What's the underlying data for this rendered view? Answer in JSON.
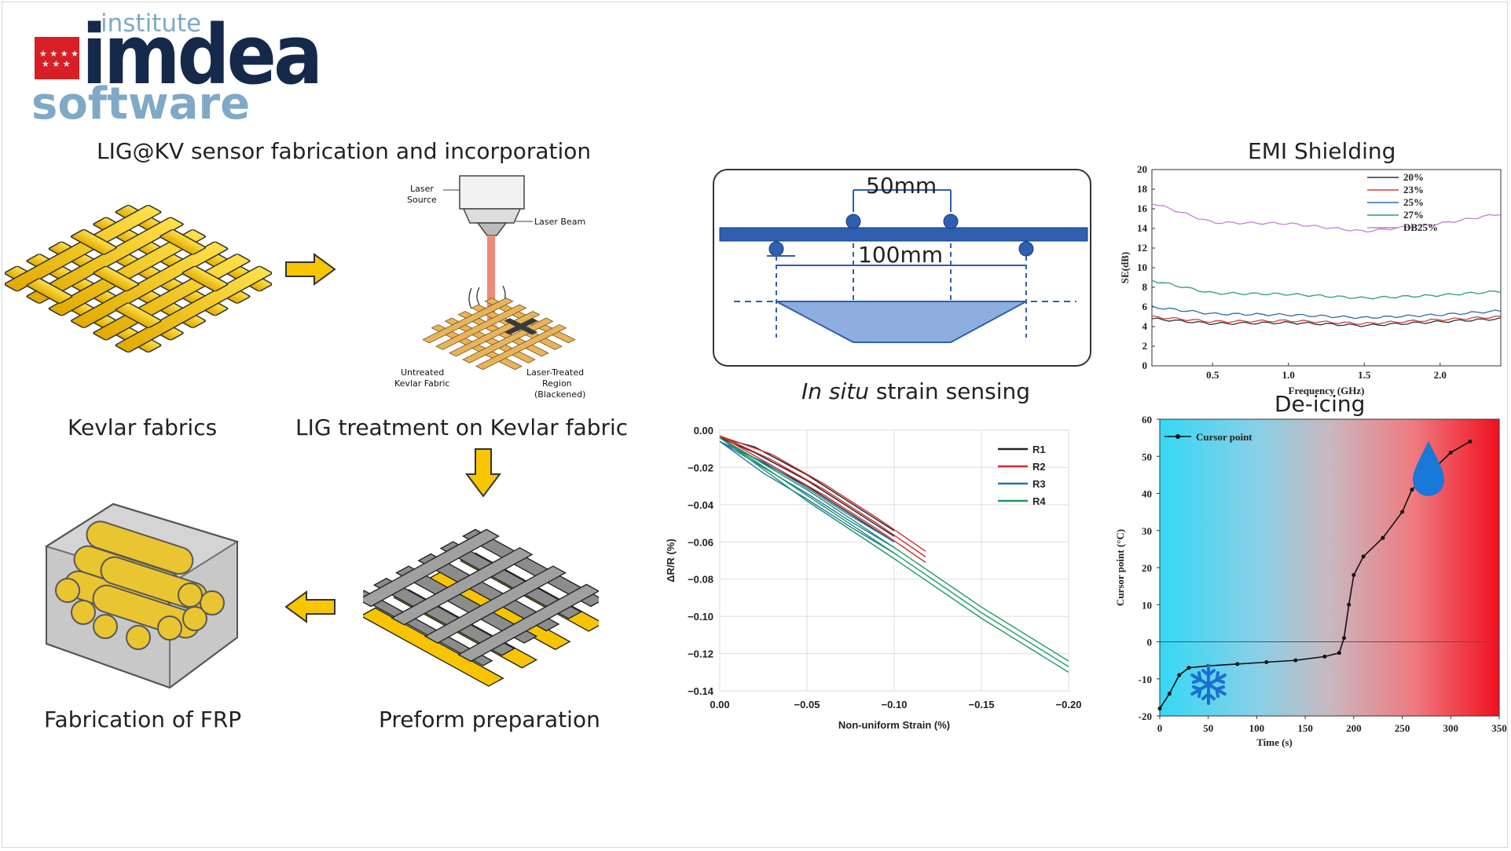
{
  "logo": {
    "top_word": "institute",
    "main_word": "imdea",
    "sub_word": "software"
  },
  "fabrication": {
    "title": "LIG@KV sensor fabrication and incorporation",
    "step_kevlar": "Kevlar fabrics",
    "step_lig": "LIG treatment on Kevlar fabric",
    "step_frp": "Fabrication of FRP",
    "step_preform": "Preform preparation",
    "laser_labels": {
      "laser_source": [
        "Laser",
        "Source"
      ],
      "laser_beam": "Laser Beam",
      "untreated": [
        "Untreated",
        "Kevlar Fabric"
      ],
      "treated": [
        "Laser-Treated",
        "Region",
        "(Blackened)"
      ]
    }
  },
  "bending": {
    "top_span": "50mm",
    "bottom_span": "100mm",
    "caption_italic": "In situ",
    "caption_rest": " strain sensing"
  },
  "colors": {
    "arrow_yellow": "#f7c600",
    "kevlar_yellow": "#f6c400",
    "beam_blue": "#2e5fb0",
    "hot_red": "#f01020",
    "cold_cyan": "#35d8f5"
  },
  "chart_data": [
    {
      "type": "line",
      "title": "",
      "xlabel": "Non-uniform Strain (%)",
      "ylabel": "ΔR/R (%)",
      "xlim": [
        0.0,
        -0.2
      ],
      "ylim": [
        -0.14,
        0.0
      ],
      "x_ticks": [
        "0.00",
        "−0.05",
        "−0.10",
        "−0.15",
        "−0.20"
      ],
      "y_ticks": [
        "0.00",
        "−0.02",
        "−0.04",
        "−0.06",
        "−0.08",
        "−0.10",
        "−0.12",
        "−0.14"
      ],
      "grid": true,
      "legend_position": "top-right",
      "series": [
        {
          "name": "R1",
          "color": "#222222",
          "x": [
            0.0,
            -0.02,
            -0.05,
            -0.08,
            -0.1
          ],
          "y": [
            -0.004,
            -0.012,
            -0.027,
            -0.045,
            -0.057
          ]
        },
        {
          "name": "R2",
          "color": "#d03030",
          "x": [
            0.0,
            -0.03,
            -0.06,
            -0.09,
            -0.118
          ],
          "y": [
            -0.003,
            -0.016,
            -0.032,
            -0.05,
            -0.068
          ]
        },
        {
          "name": "R3",
          "color": "#2a6fb0",
          "x": [
            0.0,
            -0.025,
            -0.05,
            -0.075,
            -0.1
          ],
          "y": [
            -0.006,
            -0.02,
            -0.034,
            -0.049,
            -0.063
          ]
        },
        {
          "name": "R4",
          "color": "#1a9a60",
          "x": [
            0.0,
            -0.05,
            -0.1,
            -0.15,
            -0.2
          ],
          "y": [
            -0.004,
            -0.035,
            -0.066,
            -0.098,
            -0.127
          ]
        }
      ]
    },
    {
      "type": "line",
      "title": "EMI Shielding",
      "xlabel": "Frequency (GHz)",
      "ylabel": "SE(dB)",
      "xlim": [
        0.1,
        2.4
      ],
      "ylim": [
        0,
        20
      ],
      "x_ticks": [
        "0.5",
        "1.0",
        "1.5",
        "2.0"
      ],
      "y_ticks": [
        "0",
        "2",
        "4",
        "6",
        "8",
        "10",
        "12",
        "14",
        "16",
        "18",
        "20"
      ],
      "legend_position": "top-right",
      "series": [
        {
          "name": "20%",
          "color": "#333333",
          "x": [
            0.1,
            0.5,
            1.0,
            1.5,
            2.0,
            2.4
          ],
          "y": [
            4.8,
            4.3,
            4.4,
            4.1,
            4.5,
            4.8
          ]
        },
        {
          "name": "23%",
          "color": "#d04040",
          "x": [
            0.1,
            0.5,
            1.0,
            1.5,
            2.0,
            2.4
          ],
          "y": [
            5.0,
            4.5,
            4.6,
            4.3,
            4.7,
            5.0
          ]
        },
        {
          "name": "25%",
          "color": "#2a6fa8",
          "x": [
            0.1,
            0.5,
            1.0,
            1.5,
            2.0,
            2.4
          ],
          "y": [
            6.0,
            5.3,
            5.2,
            4.9,
            5.2,
            5.6
          ]
        },
        {
          "name": "27%",
          "color": "#2aa070",
          "x": [
            0.1,
            0.5,
            1.0,
            1.5,
            2.0,
            2.4
          ],
          "y": [
            8.7,
            7.4,
            7.3,
            6.9,
            7.2,
            7.6
          ]
        },
        {
          "name": "DB25%",
          "color": "#c080d0",
          "x": [
            0.1,
            0.5,
            1.0,
            1.5,
            2.0,
            2.4
          ],
          "y": [
            16.6,
            14.6,
            14.5,
            13.7,
            14.5,
            15.5
          ]
        }
      ]
    },
    {
      "type": "line",
      "title": "De-icing",
      "xlabel": "Time (s)",
      "ylabel": "Cursor point (°C)",
      "xlim": [
        0,
        350
      ],
      "ylim": [
        -20,
        60
      ],
      "x_ticks": [
        "0",
        "50",
        "100",
        "150",
        "200",
        "250",
        "300",
        "350"
      ],
      "y_ticks": [
        "-20",
        "-10",
        "0",
        "10",
        "20",
        "30",
        "40",
        "50",
        "60"
      ],
      "legend_position": "top-left",
      "series": [
        {
          "name": "Cursor point",
          "color": "#111111",
          "x": [
            0,
            10,
            20,
            30,
            50,
            80,
            110,
            140,
            170,
            185,
            190,
            195,
            200,
            210,
            230,
            250,
            260,
            280,
            300,
            320
          ],
          "y": [
            -18,
            -14,
            -9,
            -7,
            -6.5,
            -6,
            -5.5,
            -5,
            -4,
            -3,
            1,
            10,
            18,
            23,
            28,
            35,
            41,
            46,
            51,
            54
          ]
        }
      ]
    }
  ]
}
